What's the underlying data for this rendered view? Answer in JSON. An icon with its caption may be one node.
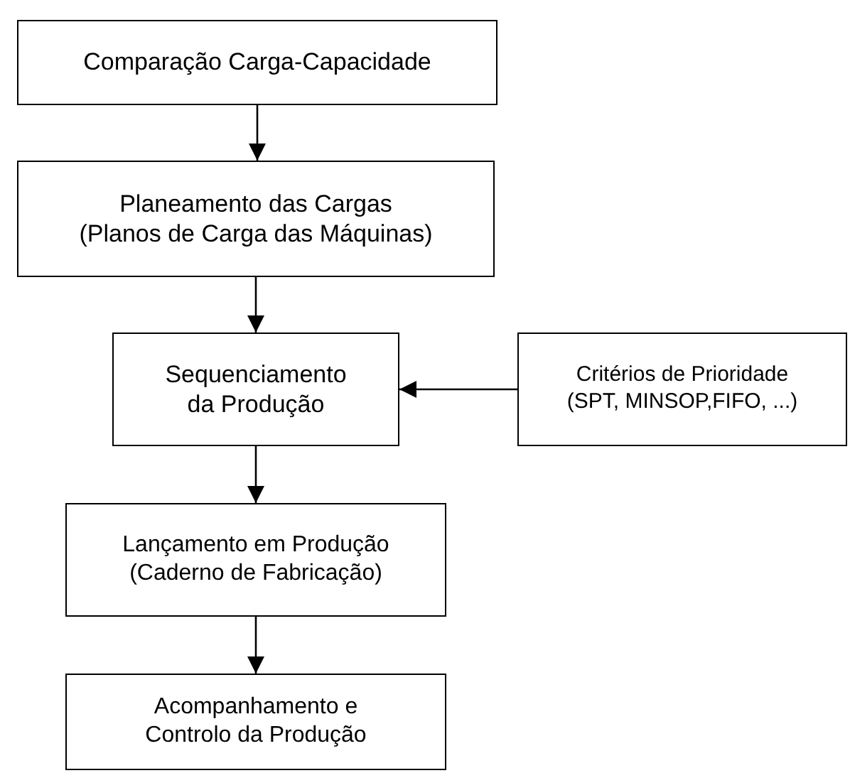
{
  "diagram": {
    "nodes": [
      {
        "text": [
          "Comparação Carga-Capacidade"
        ]
      },
      {
        "text": [
          "Planeamento das Cargas",
          "(Planos de Carga das Máquinas)"
        ]
      },
      {
        "text": [
          "Sequenciamento da Produção"
        ]
      },
      {
        "text": [
          "Critérios de Prioridade",
          "(SPT, MINSOP,FIFO, ...)"
        ]
      },
      {
        "text": [
          "Lançamento em Produção",
          "(Caderno de Fabricação)"
        ]
      },
      {
        "text": [
          "Acompanhamento e Controlo da Produção"
        ]
      }
    ],
    "edges": [
      {
        "from": 0,
        "to": 1,
        "arrow": "to"
      },
      {
        "from": 1,
        "to": 2,
        "arrow": "to"
      },
      {
        "from": 3,
        "to": 2,
        "arrow": "to"
      },
      {
        "from": 2,
        "to": 4,
        "arrow": "to"
      },
      {
        "from": 4,
        "to": 5,
        "arrow": "to"
      }
    ]
  }
}
